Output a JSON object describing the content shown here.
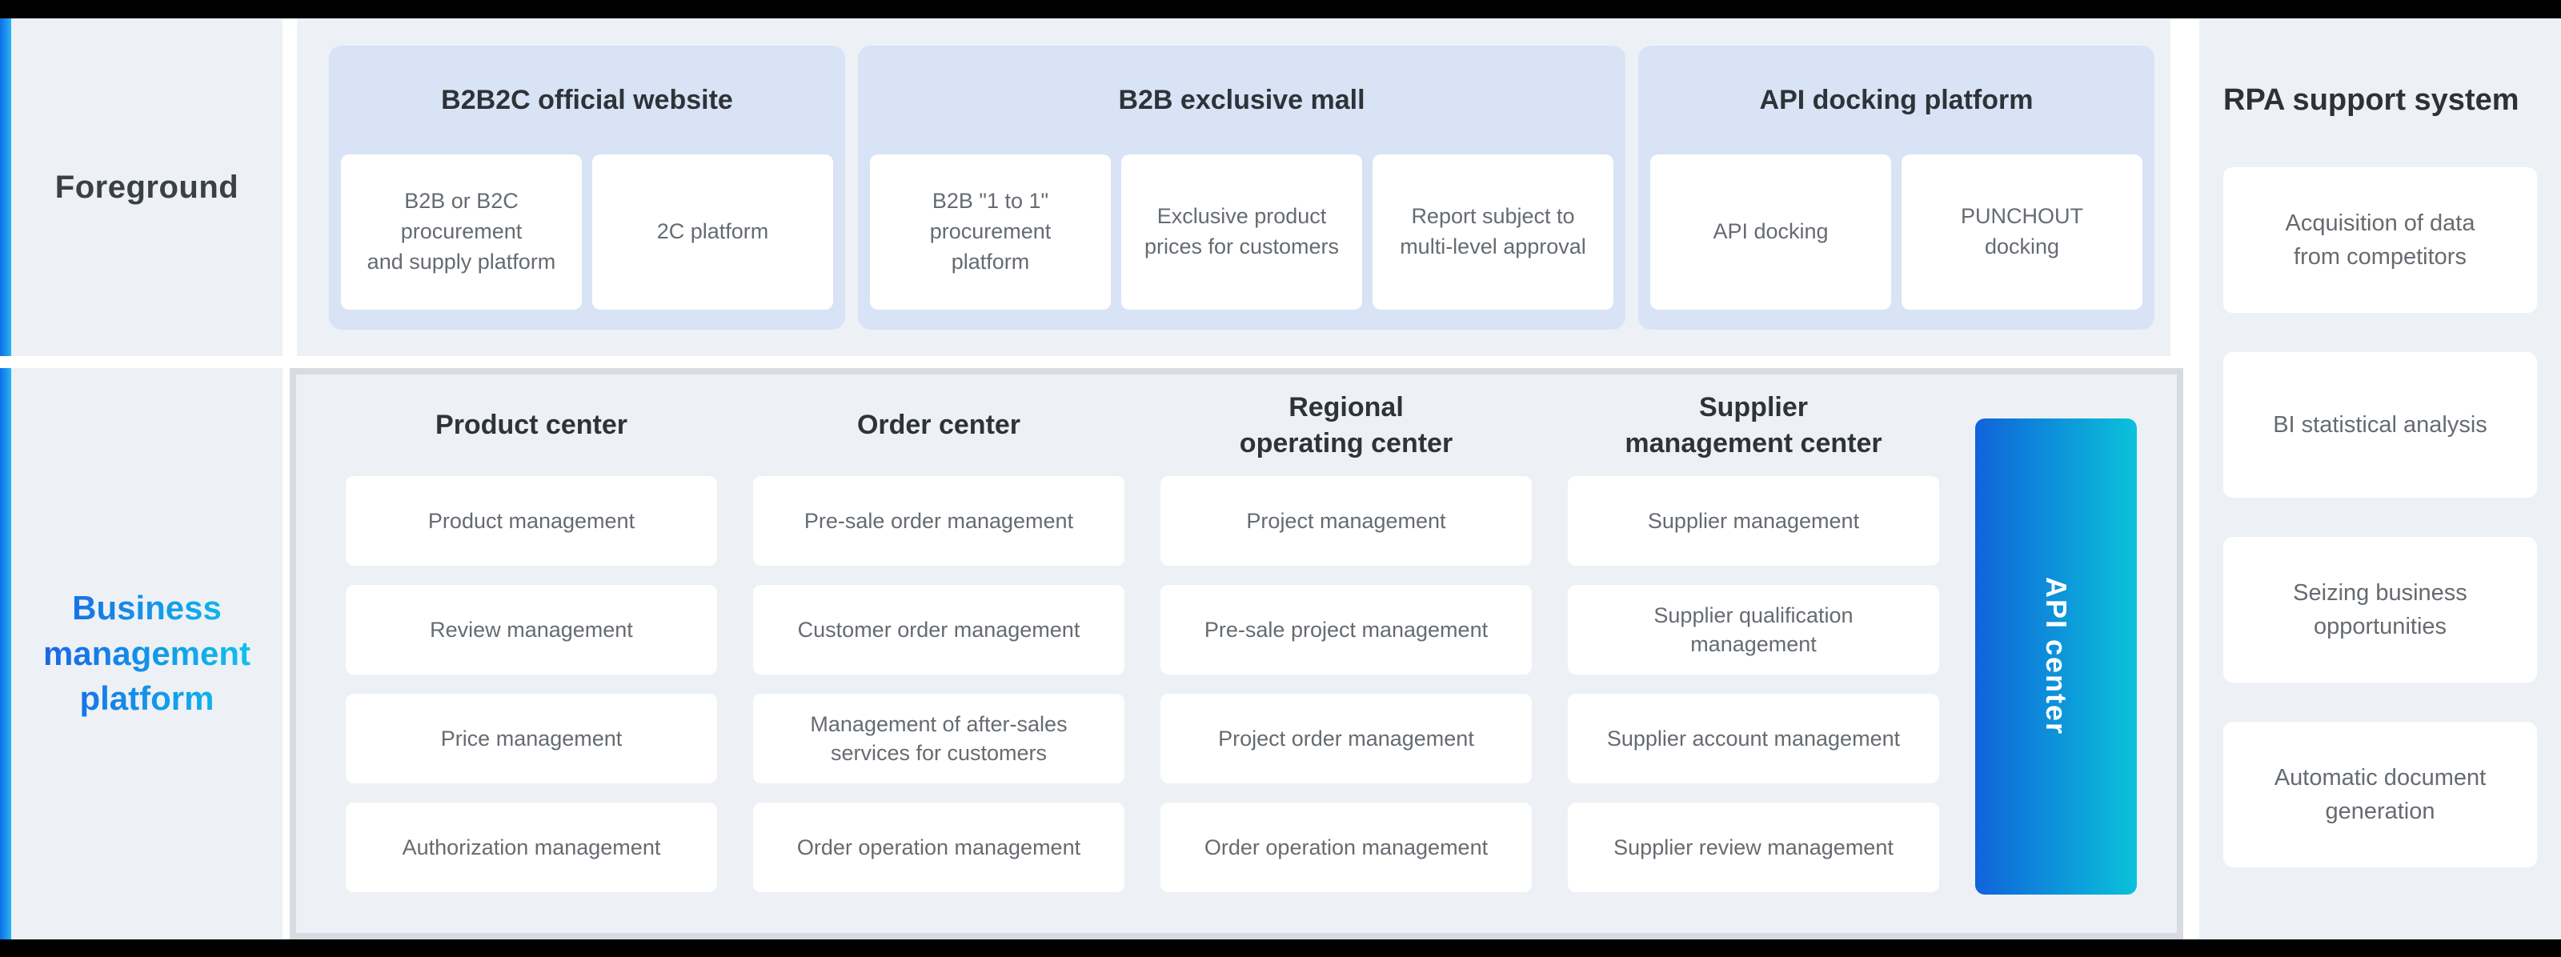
{
  "colors": {
    "page_background": "#ffffff",
    "frame_bars": "#000000",
    "panel_gray": "#edf1f6",
    "group_blue": "#d8e3f5",
    "card_white": "#ffffff",
    "card_text": "#666b71",
    "header_text": "#2e3338",
    "accent_gradient": [
      "#0b6fe6",
      "#2eb3f5"
    ],
    "business_text_gradient": [
      "#1a64e6",
      "#0fc2ea"
    ],
    "api_center_gradient": [
      "#1063da",
      "#0ac2da"
    ]
  },
  "foreground": {
    "label": "Foreground"
  },
  "business": {
    "label": "Business\nmanagement\nplatform"
  },
  "top_groups": [
    {
      "title": "B2B2C official website",
      "cards": [
        "B2B or B2C\nprocurement\nand supply platform",
        "2C platform"
      ]
    },
    {
      "title": "B2B exclusive mall",
      "cards": [
        "B2B \"1 to 1\"\nprocurement\nplatform",
        "Exclusive product\nprices for customers",
        "Report subject to\nmulti-level approval"
      ]
    },
    {
      "title": "API docking platform",
      "cards": [
        "API docking",
        "PUNCHOUT\ndocking"
      ]
    }
  ],
  "bm_columns": [
    {
      "title": "Product center",
      "cards": [
        "Product management",
        "Review management",
        "Price management",
        "Authorization management"
      ]
    },
    {
      "title": "Order center",
      "cards": [
        "Pre-sale order management",
        "Customer order management",
        "Management of after-sales\nservices for customers",
        "Order operation management"
      ]
    },
    {
      "title": "Regional\noperating center",
      "cards": [
        "Project management",
        "Pre-sale project management",
        "Project order management",
        "Order operation management"
      ]
    },
    {
      "title": "Supplier\nmanagement center",
      "cards": [
        "Supplier management",
        "Supplier qualification\nmanagement",
        "Supplier account management",
        "Supplier review management"
      ]
    }
  ],
  "api_center": {
    "label": "API center"
  },
  "rpa": {
    "title": "RPA support system",
    "cards": [
      "Acquisition of data\nfrom competitors",
      "BI statistical analysis",
      "Seizing business\nopportunities",
      "Automatic document\ngeneration"
    ]
  }
}
